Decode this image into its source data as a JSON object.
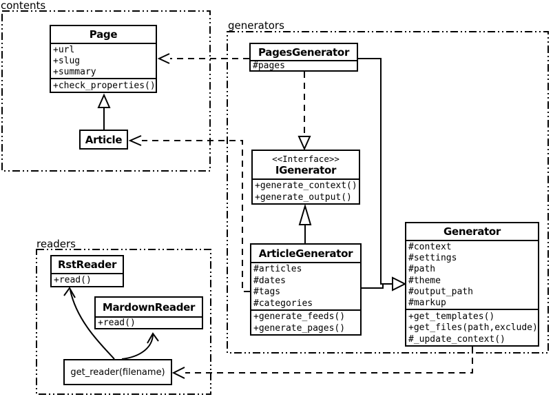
{
  "packages": {
    "contents": {
      "label": "contents"
    },
    "generators": {
      "label": "generators"
    },
    "readers": {
      "label": "readers"
    }
  },
  "classes": {
    "page": {
      "name": "Page",
      "attributes": [
        "+url",
        "+slug",
        "+summary"
      ],
      "methods": [
        "+check_properties()"
      ]
    },
    "article": {
      "name": "Article"
    },
    "pages_generator": {
      "name": "PagesGenerator",
      "attributes": [
        "#pages"
      ]
    },
    "igenerator": {
      "stereotype": "<<Interface>>",
      "name": "IGenerator",
      "methods": [
        "+generate_context()",
        "+generate_output()"
      ]
    },
    "article_generator": {
      "name": "ArticleGenerator",
      "attributes": [
        "#articles",
        "#dates",
        "#tags",
        "#categories"
      ],
      "methods": [
        "+generate_feeds()",
        "+generate_pages()"
      ]
    },
    "generator": {
      "name": "Generator",
      "attributes": [
        "#context",
        "#settings",
        "#path",
        "#theme",
        "#output_path",
        "#markup"
      ],
      "methods": [
        "+get_templates()",
        "+get_files(path,exclude)",
        "#_update_context()"
      ]
    },
    "rst_reader": {
      "name": "RstReader",
      "methods": [
        "+read()"
      ]
    },
    "mardown_reader": {
      "name": "MardownReader",
      "methods": [
        "+read()"
      ]
    },
    "get_reader": {
      "label": "get_reader(filename)"
    }
  },
  "relations": [
    {
      "from": "Article",
      "to": "Page",
      "type": "generalization"
    },
    {
      "from": "PagesGenerator",
      "to": "Page",
      "type": "dependency"
    },
    {
      "from": "PagesGenerator",
      "to": "IGenerator",
      "type": "realization"
    },
    {
      "from": "ArticleGenerator",
      "to": "IGenerator",
      "type": "generalization"
    },
    {
      "from": "PagesGenerator",
      "to": "Generator",
      "type": "generalization"
    },
    {
      "from": "ArticleGenerator",
      "to": "Generator",
      "type": "generalization"
    },
    {
      "from": "ArticleGenerator",
      "to": "Article",
      "type": "dependency"
    },
    {
      "from": "Generator",
      "to": "get_reader(filename)",
      "type": "dependency"
    },
    {
      "from": "get_reader(filename)",
      "to": "RstReader",
      "type": "arrow"
    },
    {
      "from": "get_reader(filename)",
      "to": "MardownReader",
      "type": "arrow"
    }
  ],
  "colors": {
    "line": "#000000",
    "background": "#ffffff"
  }
}
